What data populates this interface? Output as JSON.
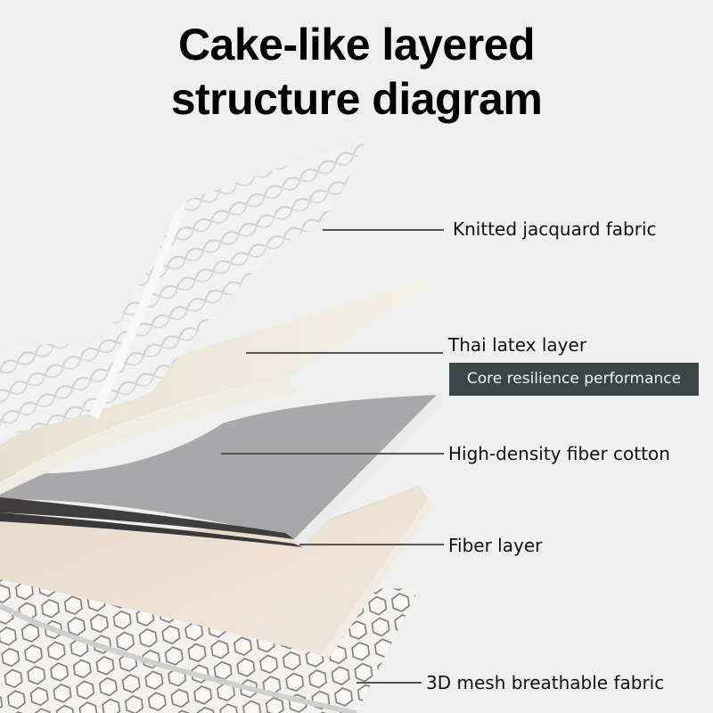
{
  "title": {
    "line1": "Cake-like layered",
    "line2": "structure diagram"
  },
  "layers": [
    {
      "id": "knitted",
      "label": "Knitted jacquard fabric",
      "color": "#f4f4f4"
    },
    {
      "id": "latex",
      "label": "Thai latex layer",
      "color": "#ece8dc"
    },
    {
      "id": "cotton",
      "label": "High-density fiber cotton",
      "color": "#a9a9ab"
    },
    {
      "id": "fiber",
      "label": "Fiber layer",
      "color": "#e9e0d2"
    },
    {
      "id": "mesh",
      "label": "3D mesh breathable fabric",
      "color": "#f1efec"
    }
  ],
  "badge": {
    "text": "Core resilience performance",
    "color": "#3b4545"
  }
}
